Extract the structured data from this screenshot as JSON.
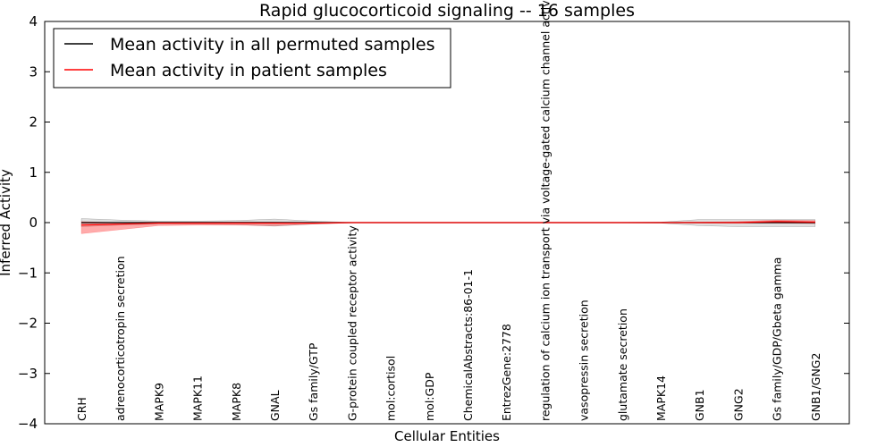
{
  "chart_data": {
    "type": "line",
    "title": "Rapid glucocorticoid signaling -- 16 samples",
    "xlabel": "Cellular Entities",
    "ylabel": "Inferred Activity",
    "ylim": [
      -4,
      4
    ],
    "yticks": [
      "4",
      "3",
      "2",
      "1",
      "0",
      "−1",
      "−2",
      "−3",
      "−4"
    ],
    "ytick_values": [
      4,
      3,
      2,
      1,
      0,
      -1,
      -2,
      -3,
      -4
    ],
    "grid": false,
    "legend_position": "top-left",
    "categories": [
      "CRH",
      "adrenocorticotropin secretion",
      "MAPK9",
      "MAPK11",
      "MAPK8",
      "GNAL",
      "Gs family/GTP",
      "G-protein coupled receptor activity",
      "mol:cortisol",
      "mol:GDP",
      "ChemicalAbstracts:86-01-1",
      "EntrezGene:2778",
      "regulation of calcium ion transport via voltage-gated calcium channel activity",
      "vasopressin secretion",
      "glutamate secretion",
      "MAPK14",
      "GNB1",
      "GNG2",
      "Gs family/GDP/Gbeta gamma",
      "GNB1/GNG2"
    ],
    "series": [
      {
        "name": "Mean activity in all permuted samples",
        "color": "#000000",
        "values": [
          0,
          0,
          0,
          0,
          0,
          0,
          0,
          0,
          0,
          0,
          0,
          0,
          0,
          0,
          0,
          0,
          0,
          0,
          0,
          0
        ],
        "band_upper": [
          0.08,
          0.05,
          0.03,
          0.03,
          0.04,
          0.07,
          0.03,
          0.005,
          0.005,
          0.005,
          0.005,
          0.005,
          0.005,
          0.005,
          0.005,
          0.01,
          0.06,
          0.06,
          0.06,
          0.06
        ],
        "band_lower": [
          -0.08,
          -0.05,
          -0.03,
          -0.03,
          -0.04,
          -0.07,
          -0.03,
          -0.005,
          -0.005,
          -0.005,
          -0.005,
          -0.005,
          -0.005,
          -0.005,
          -0.005,
          -0.01,
          -0.06,
          -0.08,
          -0.08,
          -0.08
        ],
        "band_color": "#bbbbbb"
      },
      {
        "name": "Mean activity in patient samples",
        "color": "#ff0000",
        "values": [
          -0.05,
          -0.03,
          -0.01,
          -0.01,
          -0.01,
          -0.01,
          -0.01,
          0,
          0,
          0,
          0,
          0,
          0,
          0,
          0,
          0,
          0,
          0,
          0.02,
          0.01
        ],
        "band_upper": [
          0.02,
          0.0,
          0.01,
          0.01,
          0.01,
          0.01,
          0.0,
          0.005,
          0.005,
          0.005,
          0.005,
          0.005,
          0.005,
          0.005,
          0.005,
          0.005,
          0.01,
          0.02,
          0.05,
          0.04
        ],
        "band_lower": [
          -0.22,
          -0.14,
          -0.06,
          -0.05,
          -0.05,
          -0.06,
          -0.03,
          -0.005,
          -0.005,
          -0.005,
          -0.005,
          -0.005,
          -0.005,
          -0.005,
          -0.005,
          -0.005,
          -0.005,
          -0.01,
          -0.01,
          -0.02
        ],
        "band_color": "#ff4444"
      }
    ]
  }
}
